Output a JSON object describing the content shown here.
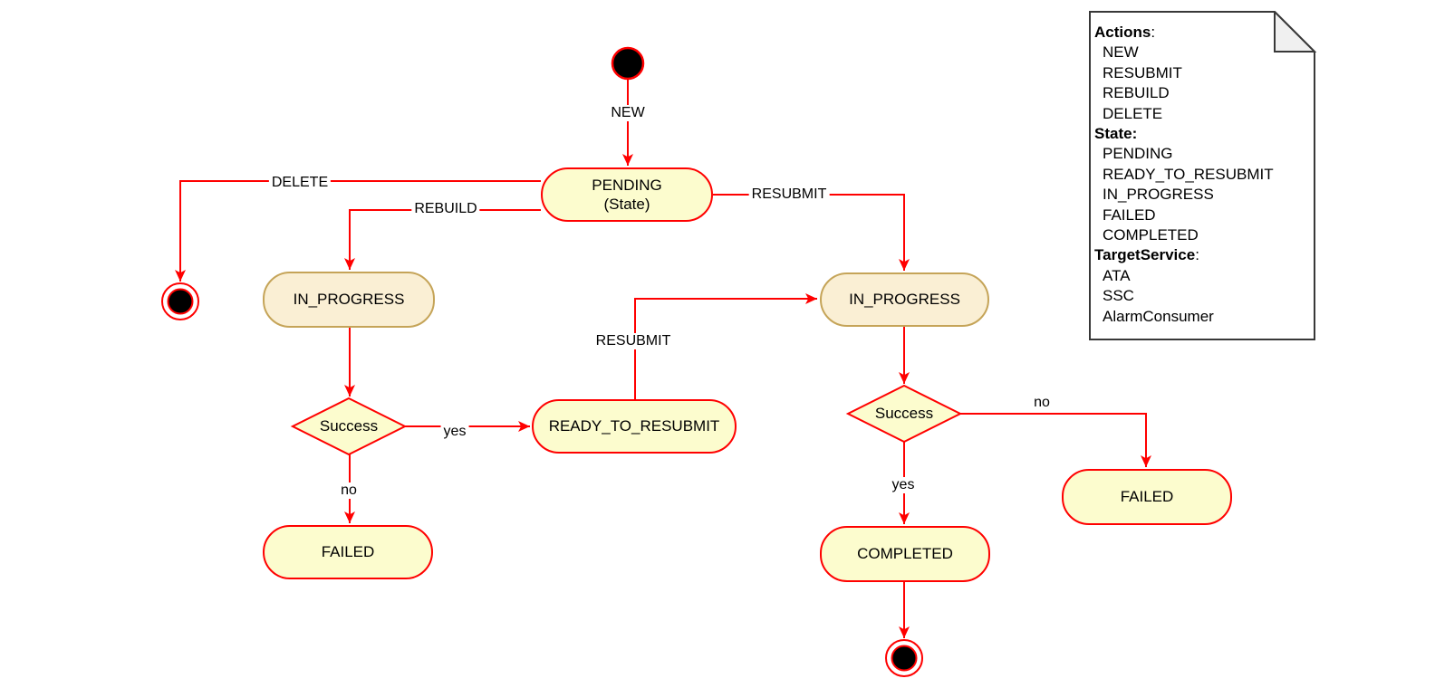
{
  "diagram": {
    "nodes": {
      "pending": {
        "line1": "PENDING",
        "line2": "(State)"
      },
      "in_progress_left": {
        "label": "IN_PROGRESS"
      },
      "success_left": {
        "label": "Success"
      },
      "ready_to_resubmit": {
        "label": "READY_TO_RESUBMIT"
      },
      "failed_left": {
        "label": "FAILED"
      },
      "in_progress_right": {
        "label": "IN_PROGRESS"
      },
      "success_right": {
        "label": "Success"
      },
      "failed_right": {
        "label": "FAILED"
      },
      "completed": {
        "label": "COMPLETED"
      }
    },
    "edge_labels": {
      "new": "NEW",
      "delete": "DELETE",
      "rebuild": "REBUILD",
      "resubmit_right": "RESUBMIT",
      "resubmit_up": "RESUBMIT",
      "yes_left": "yes",
      "no_left": "no",
      "no_right": "no",
      "yes_right": "yes"
    }
  },
  "note": {
    "colon": ":",
    "sections": [
      {
        "title": "Actions",
        "items": [
          "NEW",
          "RESUBMIT",
          "REBUILD",
          "DELETE"
        ]
      },
      {
        "title": "State",
        "items": [
          "PENDING",
          "READY_TO_RESUBMIT",
          "IN_PROGRESS",
          "FAILED",
          "COMPLETED"
        ]
      },
      {
        "title": "TargetService",
        "items": [
          "ATA",
          "SSC",
          "AlarmConsumer"
        ]
      }
    ]
  },
  "colors": {
    "edge_red": "#ff0000",
    "state_yellow_fill": "#fcfcce",
    "state_tan_fill": "#faefd4",
    "state_tan_border": "#c5a458",
    "note_border": "#383838",
    "note_fold_fill": "#f0f0f0",
    "text": "#000000"
  }
}
